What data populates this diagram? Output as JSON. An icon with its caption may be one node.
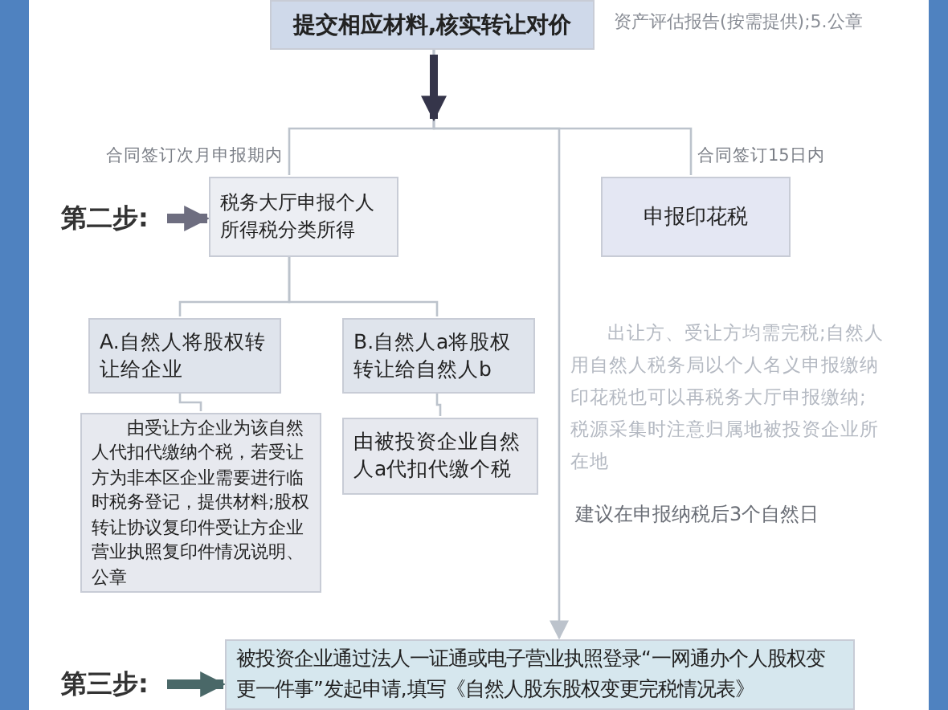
{
  "diagram": {
    "nodes": [
      {
        "text": [
          "提交相应材料,核实转让对价"
        ]
      },
      {
        "text": [
          "第二步:"
        ]
      },
      {
        "text": [
          "税务大厅申报个人所得税分类所得"
        ]
      },
      {
        "text": [
          "申报印花税"
        ]
      },
      {
        "text": [
          "A.自然人将股权转让给企业"
        ]
      },
      {
        "text": [
          "B.自然人a将股权转让给自然人b"
        ]
      },
      {
        "text": [
          "由受让方企业为该自然人代扣代缴纳个税，若受让方为非本区企业需要进行临时税务登记，提供材料;股权转让协议复印件受让方企业营业执照复印件情况说明、公章"
        ]
      },
      {
        "text": [
          "由被投资企业自然人a代扣代缴个税"
        ]
      },
      {
        "text": [
          "第三步:"
        ]
      },
      {
        "text": [
          "被投资企业通过法人一证通或电子营业执照登录“一网通办个人股权变更一件事”发起申请,填写《自然人股东股权变更完税情况表》"
        ]
      }
    ],
    "edges": [
      {
        "from": 0,
        "to": 2,
        "arrow": "none"
      },
      {
        "from": 0,
        "to": 3,
        "arrow": "none"
      },
      {
        "from": 0,
        "to": 9,
        "arrow": "to"
      },
      {
        "from": 1,
        "to": 2,
        "arrow": "to",
        "style": "thick",
        "color": "#6e6e80"
      },
      {
        "from": 2,
        "to": 4,
        "arrow": "none"
      },
      {
        "from": 2,
        "to": 5,
        "arrow": "none"
      },
      {
        "from": 4,
        "to": 6,
        "arrow": "none"
      },
      {
        "from": 5,
        "to": 7,
        "arrow": "none"
      },
      {
        "from": 8,
        "to": 9,
        "arrow": "to",
        "style": "thick",
        "color": "#4a6868"
      }
    ],
    "labels": [
      "资产评估报告(按需提供);5.公章",
      "合同签订次月申报期内",
      "合同签订15日内",
      "出让方、受让方均需完税;自然人用自然人税务局以个人名义申报缴纳印花税也可以再税务大厅申报缴纳;税源采集时注意归属地被投资企业所在地",
      "建议在申报纳税后3个自然日"
    ]
  }
}
